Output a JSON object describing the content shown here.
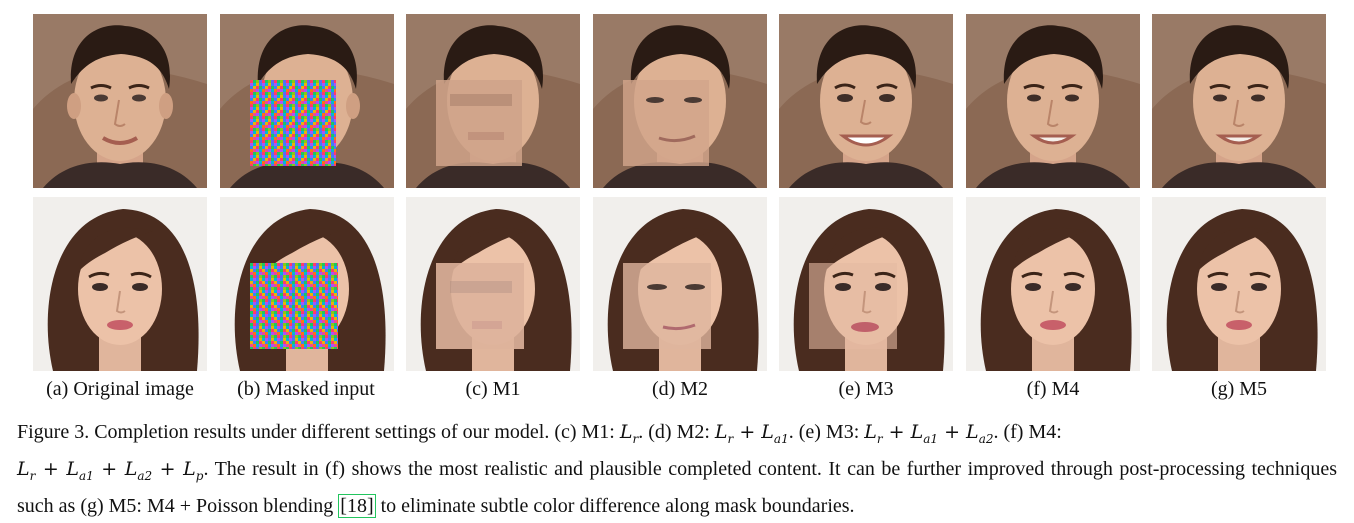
{
  "figure": {
    "subcaptions": [
      "(a) Original image",
      "(b) Masked input",
      "(c) M1",
      "(d) M2",
      "(e) M3",
      "(f) M4",
      "(g) M5"
    ],
    "caption": {
      "prefix": "Figure 3. Completion results under different settings of our model. (c) M1: ",
      "m1_formula": "Lr",
      "seg_d": ". (d) M2: ",
      "m2_formula": "Lr + La1",
      "seg_e": ". (e) M3: ",
      "m3_formula": "Lr + La1 + La2",
      "seg_f": ". (f) M4:",
      "m4_formula": "Lr + La1 + La2 + Lp",
      "seg_result": ". The result in (f) shows the most realistic and plausible completed content. It can be further improved through post-processing techniques such as (g) M5: M4 + Poisson blending ",
      "citation": "[18]",
      "suffix": " to eliminate subtle color difference along mask boundaries."
    },
    "colors": {
      "citation_box": "#22c55e",
      "male_background": "#8c6a56",
      "female_background": "#f1efec",
      "noise": [
        "#ff3b6b",
        "#3b82f6",
        "#22c55e",
        "#eab308",
        "#a855f7",
        "#06b6d4",
        "#f97316",
        "#ec4899",
        "#84cc16",
        "#6366f1"
      ]
    }
  }
}
